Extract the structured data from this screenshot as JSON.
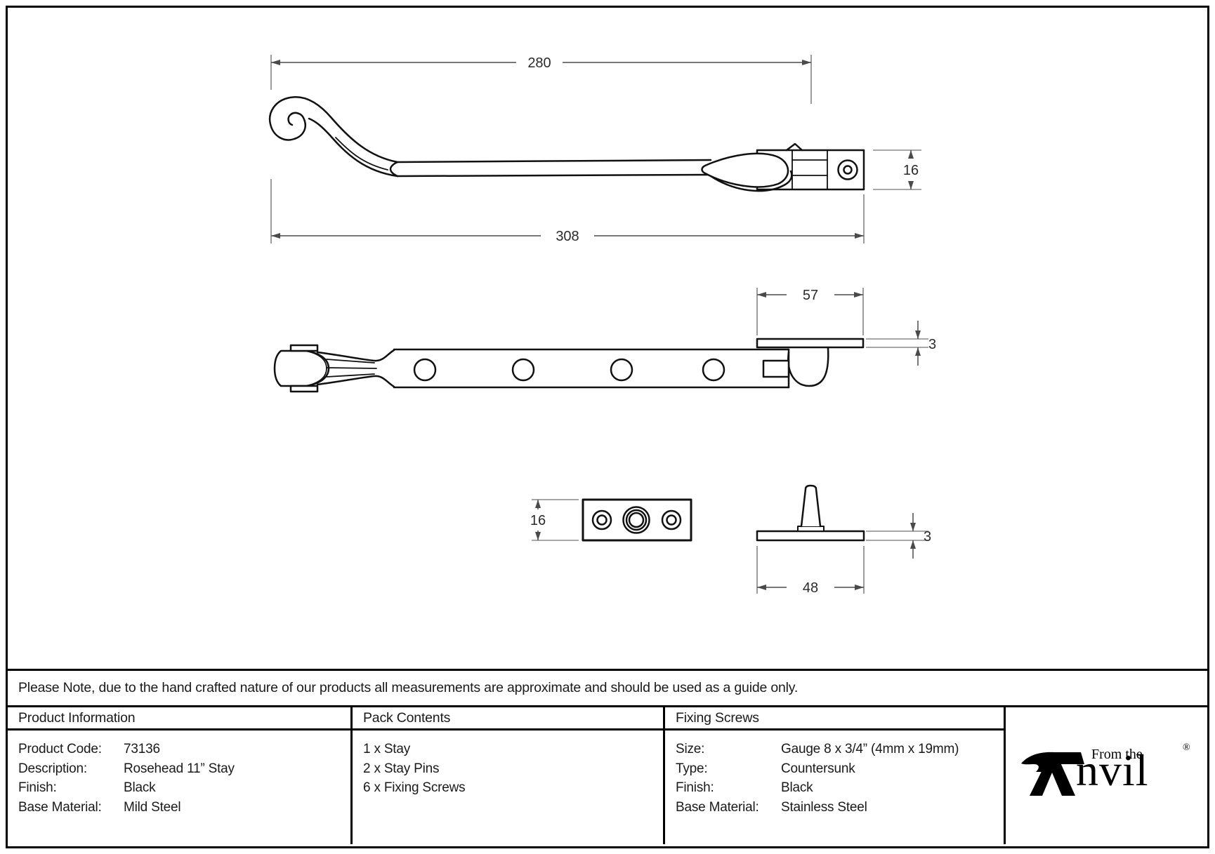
{
  "drawing": {
    "dims": {
      "length_to_bracket": "280",
      "length_overall": "308",
      "bracket_height": "16",
      "plate_length": "57",
      "plate_thickness": "3",
      "pin_plate_height": "16",
      "pin_base_width": "48",
      "pin_base_thickness": "3"
    }
  },
  "note": {
    "text": "Please Note, due to the hand crafted nature of our products all measurements are approximate and should be used as a guide only."
  },
  "table": {
    "product_information": {
      "header": "Product Information",
      "rows": [
        {
          "label": "Product Code:",
          "value": "73136"
        },
        {
          "label": "Description:",
          "value": "Rosehead 11” Stay"
        },
        {
          "label": "Finish:",
          "value": "Black"
        },
        {
          "label": "Base Material:",
          "value": "Mild Steel"
        }
      ]
    },
    "pack_contents": {
      "header": "Pack Contents",
      "items": [
        "1 x Stay",
        "2 x Stay Pins",
        "6 x Fixing Screws"
      ]
    },
    "fixing_screws": {
      "header": "Fixing Screws",
      "rows": [
        {
          "label": "Size:",
          "value": "Gauge 8 x 3/4” (4mm x 19mm)"
        },
        {
          "label": "Type:",
          "value": "Countersunk"
        },
        {
          "label": "Finish:",
          "value": "Black"
        },
        {
          "label": "Base Material:",
          "value": "Stainless Steel"
        }
      ]
    },
    "logo": {
      "tagline": "From the",
      "brand_suffix": "nvil",
      "registered": "®"
    }
  }
}
